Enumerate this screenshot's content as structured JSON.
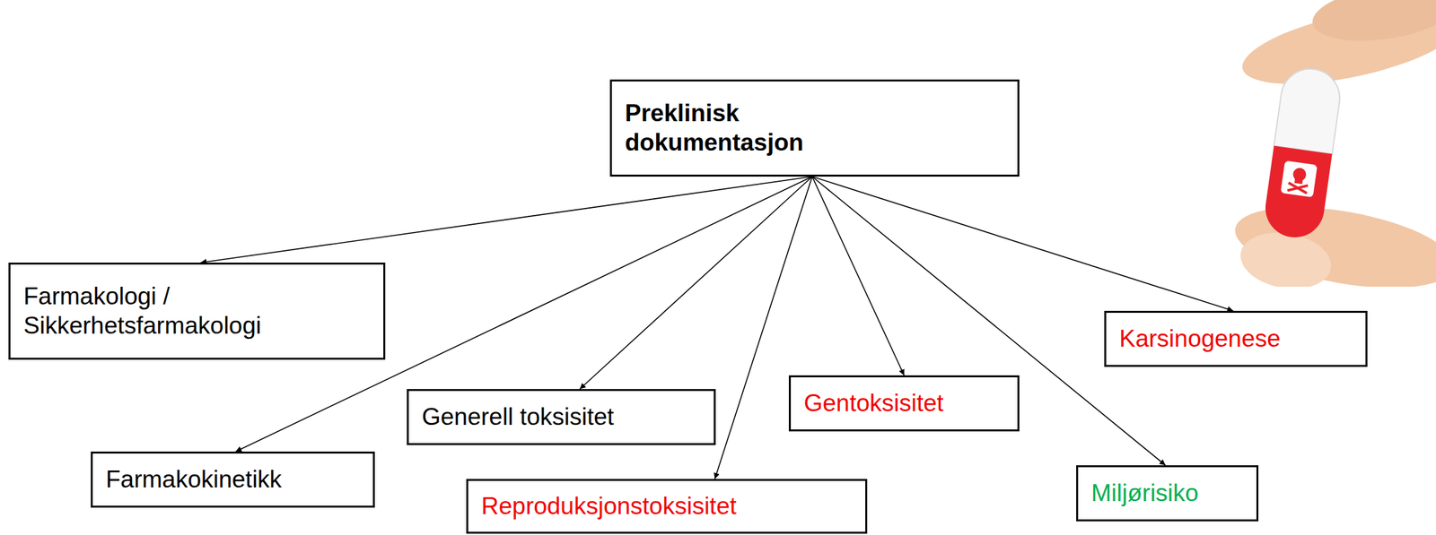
{
  "diagram": {
    "nodes": [
      {
        "text": [
          "Preklinisk dokumentasjon"
        ]
      },
      {
        "text": [
          "Farmakologi / Sikkerhetsfarmakologi"
        ]
      },
      {
        "text": [
          "Karsinogenese"
        ]
      },
      {
        "text": [
          "Gentoksisitet"
        ]
      },
      {
        "text": [
          "Generell toksisitet"
        ]
      },
      {
        "text": [
          "Farmakokinetikk"
        ]
      },
      {
        "text": [
          "Miljørisiko"
        ]
      },
      {
        "text": [
          "Reproduksjonstoksisitet"
        ]
      }
    ],
    "edges": [
      {
        "from": 0,
        "to": 1,
        "arrow": "to"
      },
      {
        "from": 0,
        "to": 5,
        "arrow": "to"
      },
      {
        "from": 0,
        "to": 4,
        "arrow": "to"
      },
      {
        "from": 0,
        "to": 7,
        "arrow": "to"
      },
      {
        "from": 0,
        "to": 3,
        "arrow": "to"
      },
      {
        "from": 0,
        "to": 6,
        "arrow": "to"
      },
      {
        "from": 0,
        "to": 2,
        "arrow": "to"
      }
    ]
  }
}
